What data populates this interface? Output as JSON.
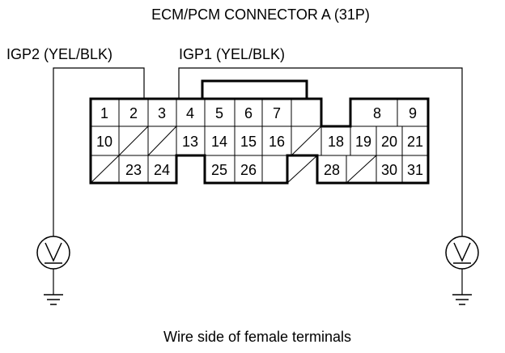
{
  "title": "ECM/PCM CONNECTOR A (31P)",
  "wires": {
    "left_label": "IGP2 (YEL/BLK)",
    "right_label": "IGP1 (YEL/BLK)"
  },
  "meter_symbol": "V",
  "caption": "Wire side of female terminals",
  "pins": {
    "p1": "1",
    "p2": "2",
    "p3": "3",
    "p4": "4",
    "p5": "5",
    "p6": "6",
    "p7": "7",
    "p8": "8",
    "p9": "9",
    "p10": "10",
    "p13": "13",
    "p14": "14",
    "p15": "15",
    "p16": "16",
    "p18": "18",
    "p19": "19",
    "p20": "20",
    "p21": "21",
    "p23": "23",
    "p24": "24",
    "p25": "25",
    "p26": "26",
    "p28": "28",
    "p30": "30",
    "p31": "31"
  }
}
